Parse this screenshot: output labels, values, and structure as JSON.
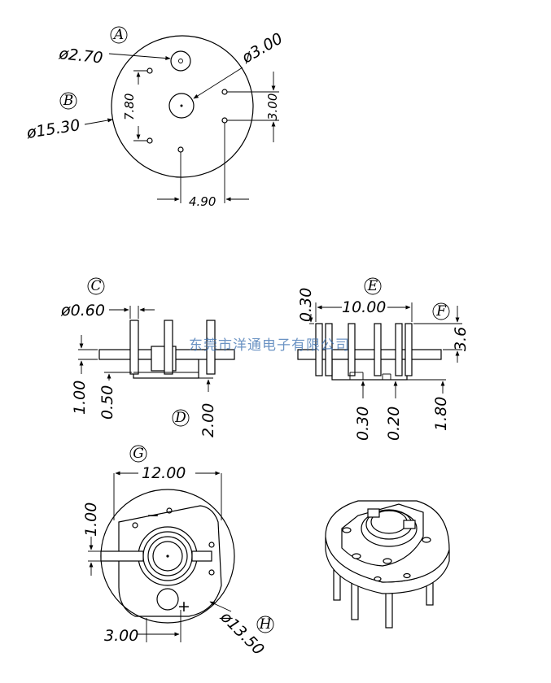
{
  "watermark": "东莞市洋通电子有限公司",
  "views": {
    "top": {
      "label_a": "A",
      "label_b": "B",
      "dim_hole_small": "ø2.70",
      "dim_hole_center": "ø3.00",
      "dim_outer": "ø15.30",
      "dim_vertical_span": "7.80",
      "dim_right_span": "3.00",
      "dim_bottom_span": "4.90"
    },
    "side_left": {
      "label_c": "C",
      "label_d": "D",
      "dim_pin": "ø0.60",
      "dim_base": "1.00",
      "dim_step": "0.50",
      "dim_bottom": "2.00"
    },
    "side_right": {
      "label_e": "E",
      "label_f": "F",
      "dim_width": "10.00",
      "dim_top": "0.30",
      "dim_right": "3.6",
      "dim_slot_a": "0.30",
      "dim_slot_b": "0.20",
      "dim_depth": "1.80"
    },
    "bottom": {
      "label_g": "G",
      "label_h": "H",
      "dim_width": "12.00",
      "dim_slot": "1.00",
      "dim_offset": "3.00",
      "dim_outer": "ø13.50",
      "polarity_minus": "−",
      "polarity_plus": "+"
    }
  }
}
